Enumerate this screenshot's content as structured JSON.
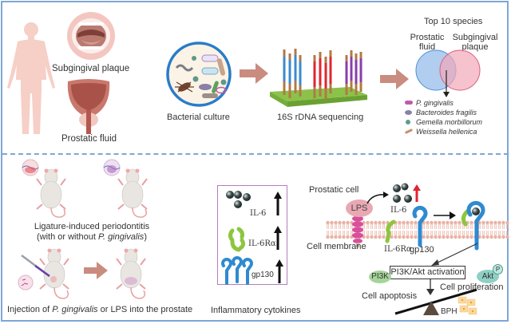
{
  "top_panel": {
    "samples": {
      "subgingival_plaque": "Subgingival plaque",
      "prostatic_fluid": "Prostatic fluid"
    },
    "steps": {
      "bacterial_culture": "Bacterial culture",
      "sequencing": "16S rDNA sequencing"
    },
    "venn": {
      "title": "Top 10 species",
      "left_set": "Prostatic fluid",
      "right_set": "Subgingival plaque",
      "left_line1": "Prostatic",
      "left_line2": "fluid",
      "right_line1": "Subgingival",
      "right_line2": "plaque",
      "colors": {
        "left": "#a9c8ee",
        "right": "#f1a8b8"
      },
      "species": [
        {
          "name": "P. gingivalis",
          "color": "#c25aa8"
        },
        {
          "name": "Bacteroides fragilis",
          "color": "#8c7fa8"
        },
        {
          "name": "Gemella morbillorum",
          "color": "#5f9a8e"
        },
        {
          "name": "Weissella hellenica",
          "color": "#c9906a"
        }
      ]
    }
  },
  "bottom_panel": {
    "models": {
      "periodontitis_line1": "Ligature-induced periodontitis",
      "periodontitis_line2_prefix": "(with or without ",
      "periodontitis_line2_italic": "P. gingivalis",
      "periodontitis_line2_suffix": ")",
      "injection_prefix": "Injection of ",
      "injection_italic": "P. gingivalis",
      "injection_suffix": " or LPS into the prostate"
    },
    "cytokines": {
      "caption": "Inflammatory cytokines",
      "items": [
        {
          "label": "IL-6",
          "trend": "up"
        },
        {
          "label": "IL-6Rα",
          "trend": "up"
        },
        {
          "label": "gp130",
          "trend": "up"
        }
      ]
    },
    "mechanism": {
      "prostatic_cell": "Prostatic cell",
      "lps": "LPS",
      "il6": "IL-6",
      "il6ra": "IL-6Rα",
      "gp130": "gp130",
      "cell_membrane": "Cell membrane",
      "activation": "PI3K/Akt activation",
      "pi3k": "PI3K",
      "akt": "Akt",
      "phospho": "P",
      "cell_proliferation": "Cell proliferation",
      "cell_apoptosis": "Cell apoptosis",
      "bph": "BPH"
    }
  },
  "colors": {
    "frame": "#7ea6d6",
    "arrow": "#c98c7e",
    "skin": "#f6cfc6",
    "mouse": "#e9e6e2",
    "receptor_blue": "#2f8ad0",
    "receptor_green": "#8cc63f",
    "lps_pink": "#e8a9b2"
  }
}
